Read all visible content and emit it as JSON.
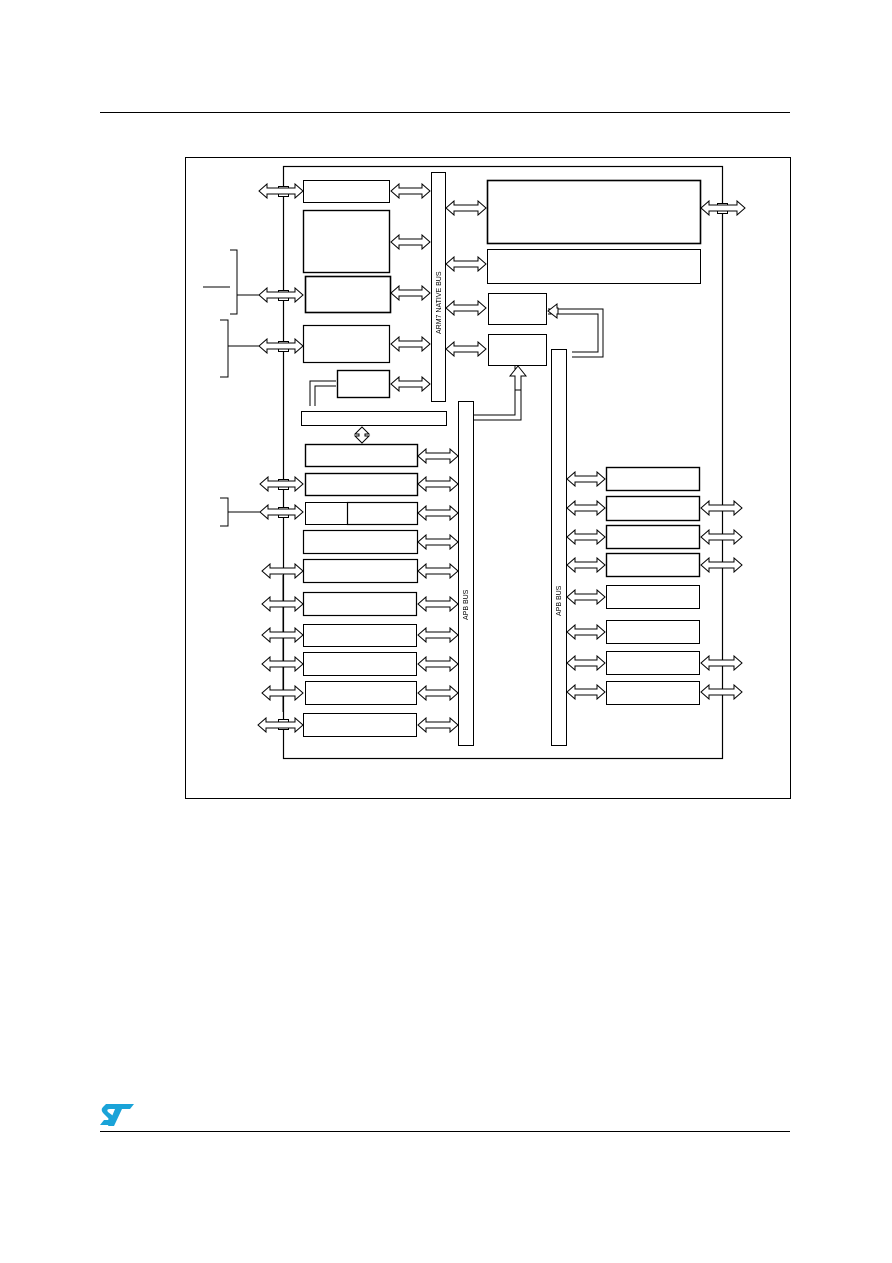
{
  "page": {
    "header_rule": true,
    "footer_rule": true
  },
  "diagram": {
    "buses": {
      "native": "ARM7 NATIVE BUS",
      "apb1": "APB BUS",
      "apb2": "APB BUS"
    },
    "colors": {
      "line": "#000000",
      "fill": "#ffffff"
    }
  },
  "footer": {
    "logo_icon": "st-logo-icon",
    "logo_color": "#1aa3d8"
  }
}
